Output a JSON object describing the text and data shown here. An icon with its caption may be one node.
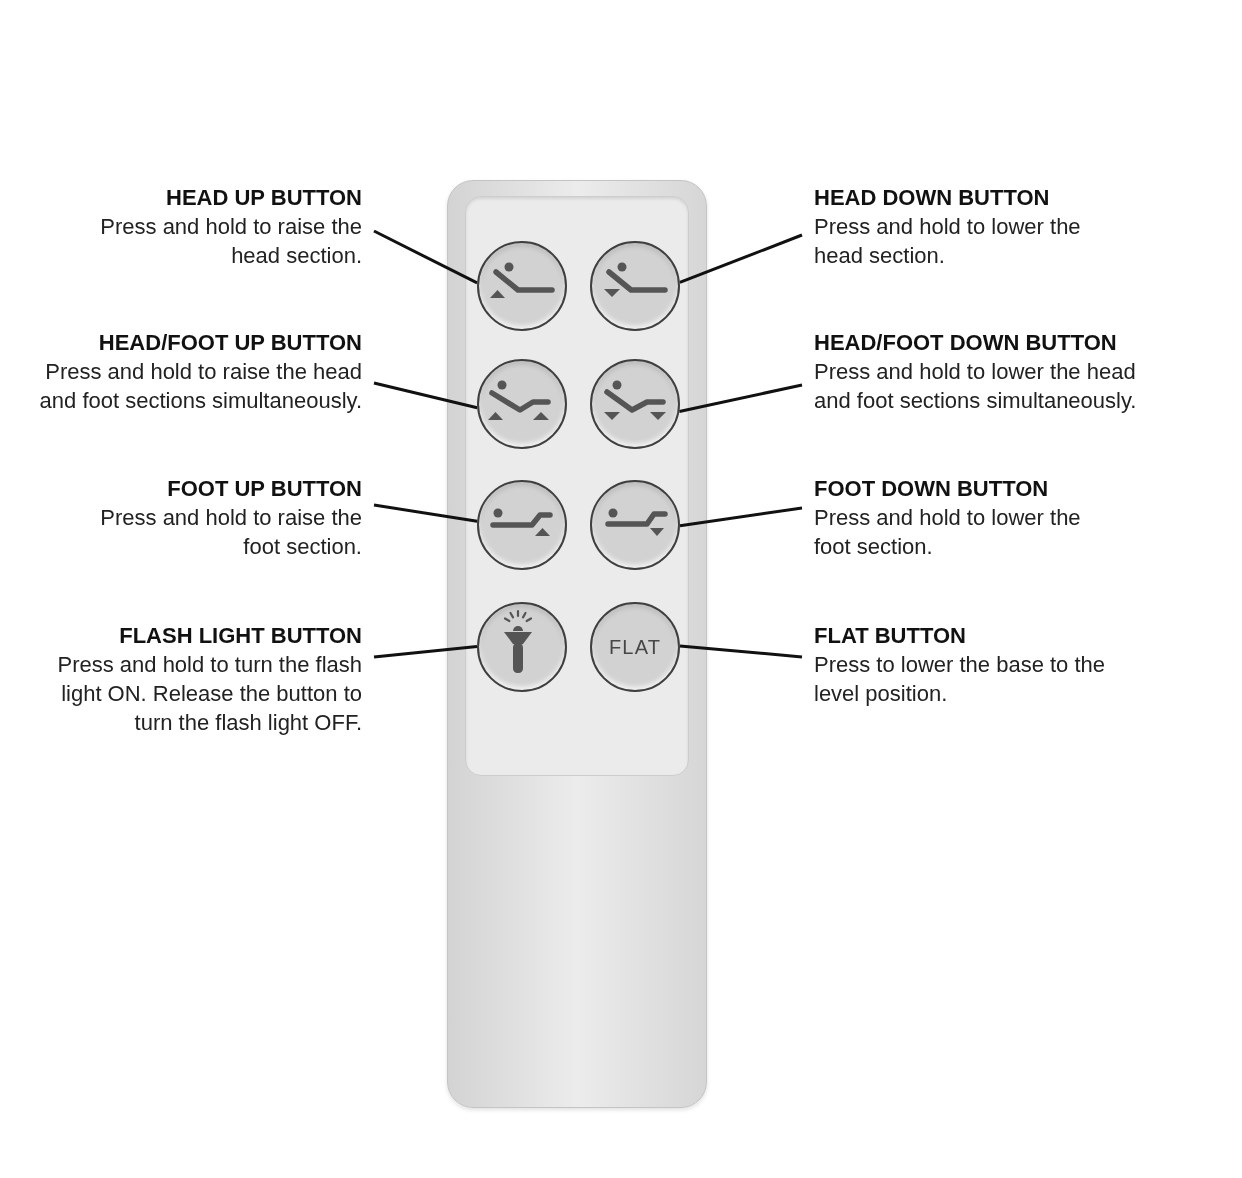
{
  "diagram": {
    "nodes": [
      {
        "text": [
          "HEAD UP BUTTON",
          "Press and hold to raise the head section."
        ]
      },
      {
        "text": [
          "HEAD DOWN BUTTON",
          "Press and hold to lower the head section."
        ]
      },
      {
        "text": [
          "HEAD/FOOT UP BUTTON",
          "Press and hold to raise the head and foot sections simultaneously."
        ]
      },
      {
        "text": [
          "HEAD/FOOT DOWN BUTTON",
          "Press and hold to lower the head and foot sections simultaneously."
        ]
      },
      {
        "text": [
          "FOOT UP BUTTON",
          "Press and hold to raise the foot section."
        ]
      },
      {
        "text": [
          "FOOT DOWN BUTTON",
          "Press and hold to lower the foot section."
        ]
      },
      {
        "text": [
          "FLASH LIGHT BUTTON",
          "Press and hold to turn the flash light ON. Release the button to turn the flash light OFF."
        ]
      },
      {
        "text": [
          "FLAT BUTTON",
          "Press to lower the base to the level position."
        ]
      },
      {
        "text": [],
        "shape": "circle"
      },
      {
        "text": [],
        "shape": "circle"
      },
      {
        "text": [],
        "shape": "circle"
      },
      {
        "text": [],
        "shape": "circle"
      },
      {
        "text": [],
        "shape": "circle"
      },
      {
        "text": [],
        "shape": "circle"
      },
      {
        "text": [],
        "shape": "circle"
      },
      {
        "text": [
          "FLAT"
        ]
      }
    ],
    "edges": [
      {
        "from": 0,
        "to": 8,
        "arrow": "none"
      },
      {
        "from": 1,
        "to": 9,
        "arrow": "none"
      },
      {
        "from": 2,
        "to": 10,
        "arrow": "none"
      },
      {
        "from": 3,
        "to": 11,
        "arrow": "none"
      },
      {
        "from": 4,
        "to": 12,
        "arrow": "none"
      },
      {
        "from": 5,
        "to": 13,
        "arrow": "none"
      },
      {
        "from": 6,
        "to": 14,
        "arrow": "none"
      },
      {
        "from": 7,
        "to": 15,
        "arrow": "none"
      }
    ]
  }
}
